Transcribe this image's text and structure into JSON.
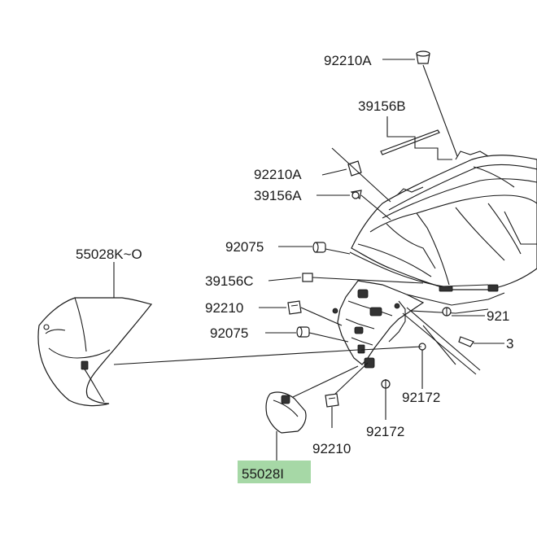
{
  "callouts": {
    "c1": "92210A",
    "c2": "39156B",
    "c3": "92210A",
    "c4": "39156A",
    "c5": "55028K~O",
    "c6": "92075",
    "c7": "39156C",
    "c8": "92210",
    "c9": "92075",
    "c10": "921",
    "c11": "3",
    "c12": "92172",
    "c13": "92172",
    "c14": "92210",
    "c15": "55028I"
  },
  "colors": {
    "highlight": "#a6d8a6",
    "ink": "#1a1a1a"
  }
}
